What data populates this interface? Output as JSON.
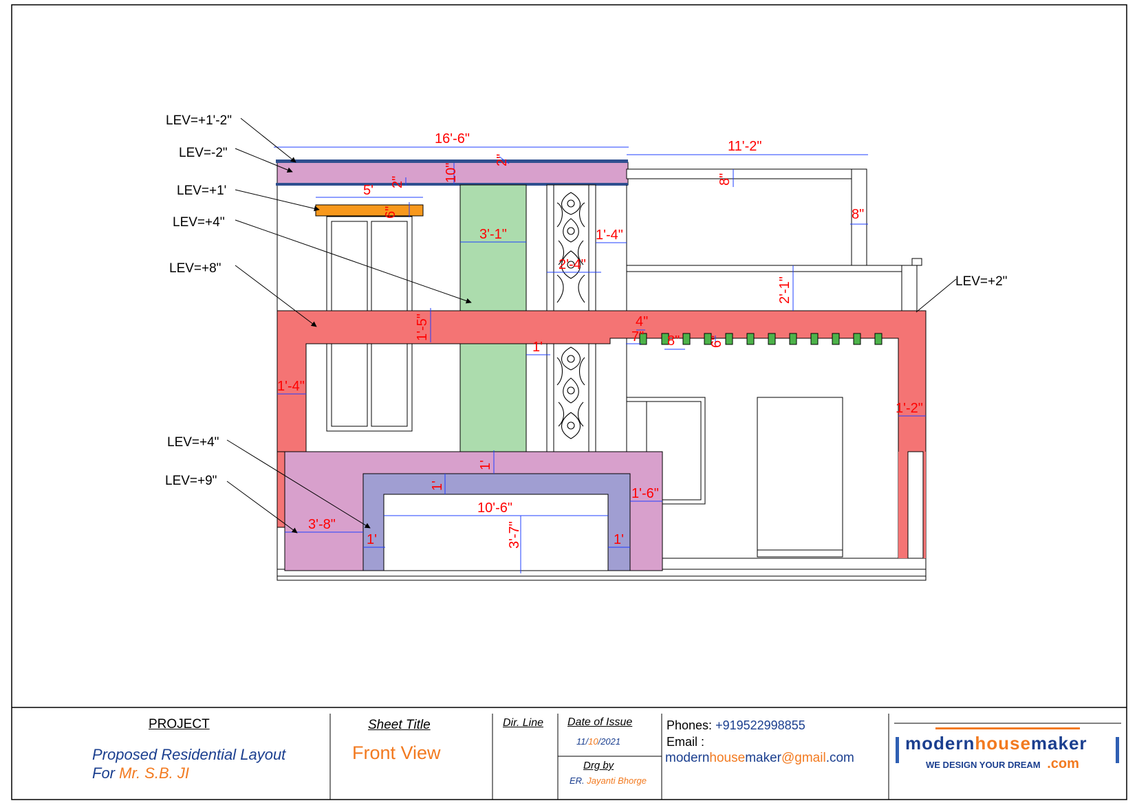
{
  "colors": {
    "beam_red": "#f47474",
    "pink": "#d8a0cc",
    "green": "#acdcad",
    "lavender": "#a09ed2",
    "orange": "#f8981c",
    "slab_blue": "#2f4f8f",
    "dim_blue": "#1f3fff",
    "dim_text": "#ff0000",
    "block_green": "#4db34a"
  },
  "levels": [
    {
      "text": "LEV=+1'-2\""
    },
    {
      "text": "LEV=-2\""
    },
    {
      "text": "LEV=+1'"
    },
    {
      "text": "LEV=+4''"
    },
    {
      "text": "LEV=+8\""
    },
    {
      "text": "LEV=+2\""
    },
    {
      "text": "LEV=+4\""
    },
    {
      "text": "LEV=+9\""
    }
  ],
  "dims": {
    "d_16_6": "16'-6\"",
    "d_11_2": "11'-2\"",
    "d_2_top": "2\"",
    "d_10": "10\"",
    "d_2_left": "2\"",
    "d_5": "5'",
    "d_6": "6\"",
    "d_8_parapet": "8\"",
    "d_8_col": "8\"",
    "d_3_1": "3'-1\"",
    "d_1_4_top": "1'-4\"",
    "d_2_4": "2'-4\"",
    "d_2_1": "2'-1\"",
    "d_1_5": "1'-5\"",
    "d_4": "4\"",
    "d_7": "7\"",
    "d_8_block": "8\"",
    "d_6_block": "6\"",
    "d_1_mid": "1'",
    "d_1_4_left": "1'-4\"",
    "d_1_2": "1'-2\"",
    "d_1_arch_top": "1'",
    "d_1_arch_left": "1'",
    "d_1_6": "1'-6\"",
    "d_10_6": "10'-6\"",
    "d_3_8": "3'-8\"",
    "d_3_7": "3'-7\"",
    "d_1_bl": "1'",
    "d_1_br": "1'"
  },
  "title_block": {
    "project_label": "PROJECT",
    "project_line1": "Proposed Residential Layout",
    "project_for": "For ",
    "project_client": "Mr. S.B. JI",
    "sheet_title_label": "Sheet Title",
    "sheet_title": "Front View",
    "dir_line": "Dir. Line",
    "date_label": "Date of Issue",
    "date_d": "11/",
    "date_m": "10",
    "date_y": "/2021",
    "drg_label": "Drg by",
    "drg_er": "ER. ",
    "drg_name": "Jayanti Bhorge",
    "phones_label": "Phones:",
    "phones_value": "+919522998855",
    "email_label": "Email :",
    "email_p1": "modern",
    "email_p2": "house",
    "email_p3": "maker",
    "email_p4": "@gmail",
    "email_p5": ".com",
    "logo_modern": "modern",
    "logo_house": "house",
    "logo_maker": "maker",
    "logo_tagline": "WE DESIGN YOUR DREAM",
    "logo_com": ".com"
  }
}
